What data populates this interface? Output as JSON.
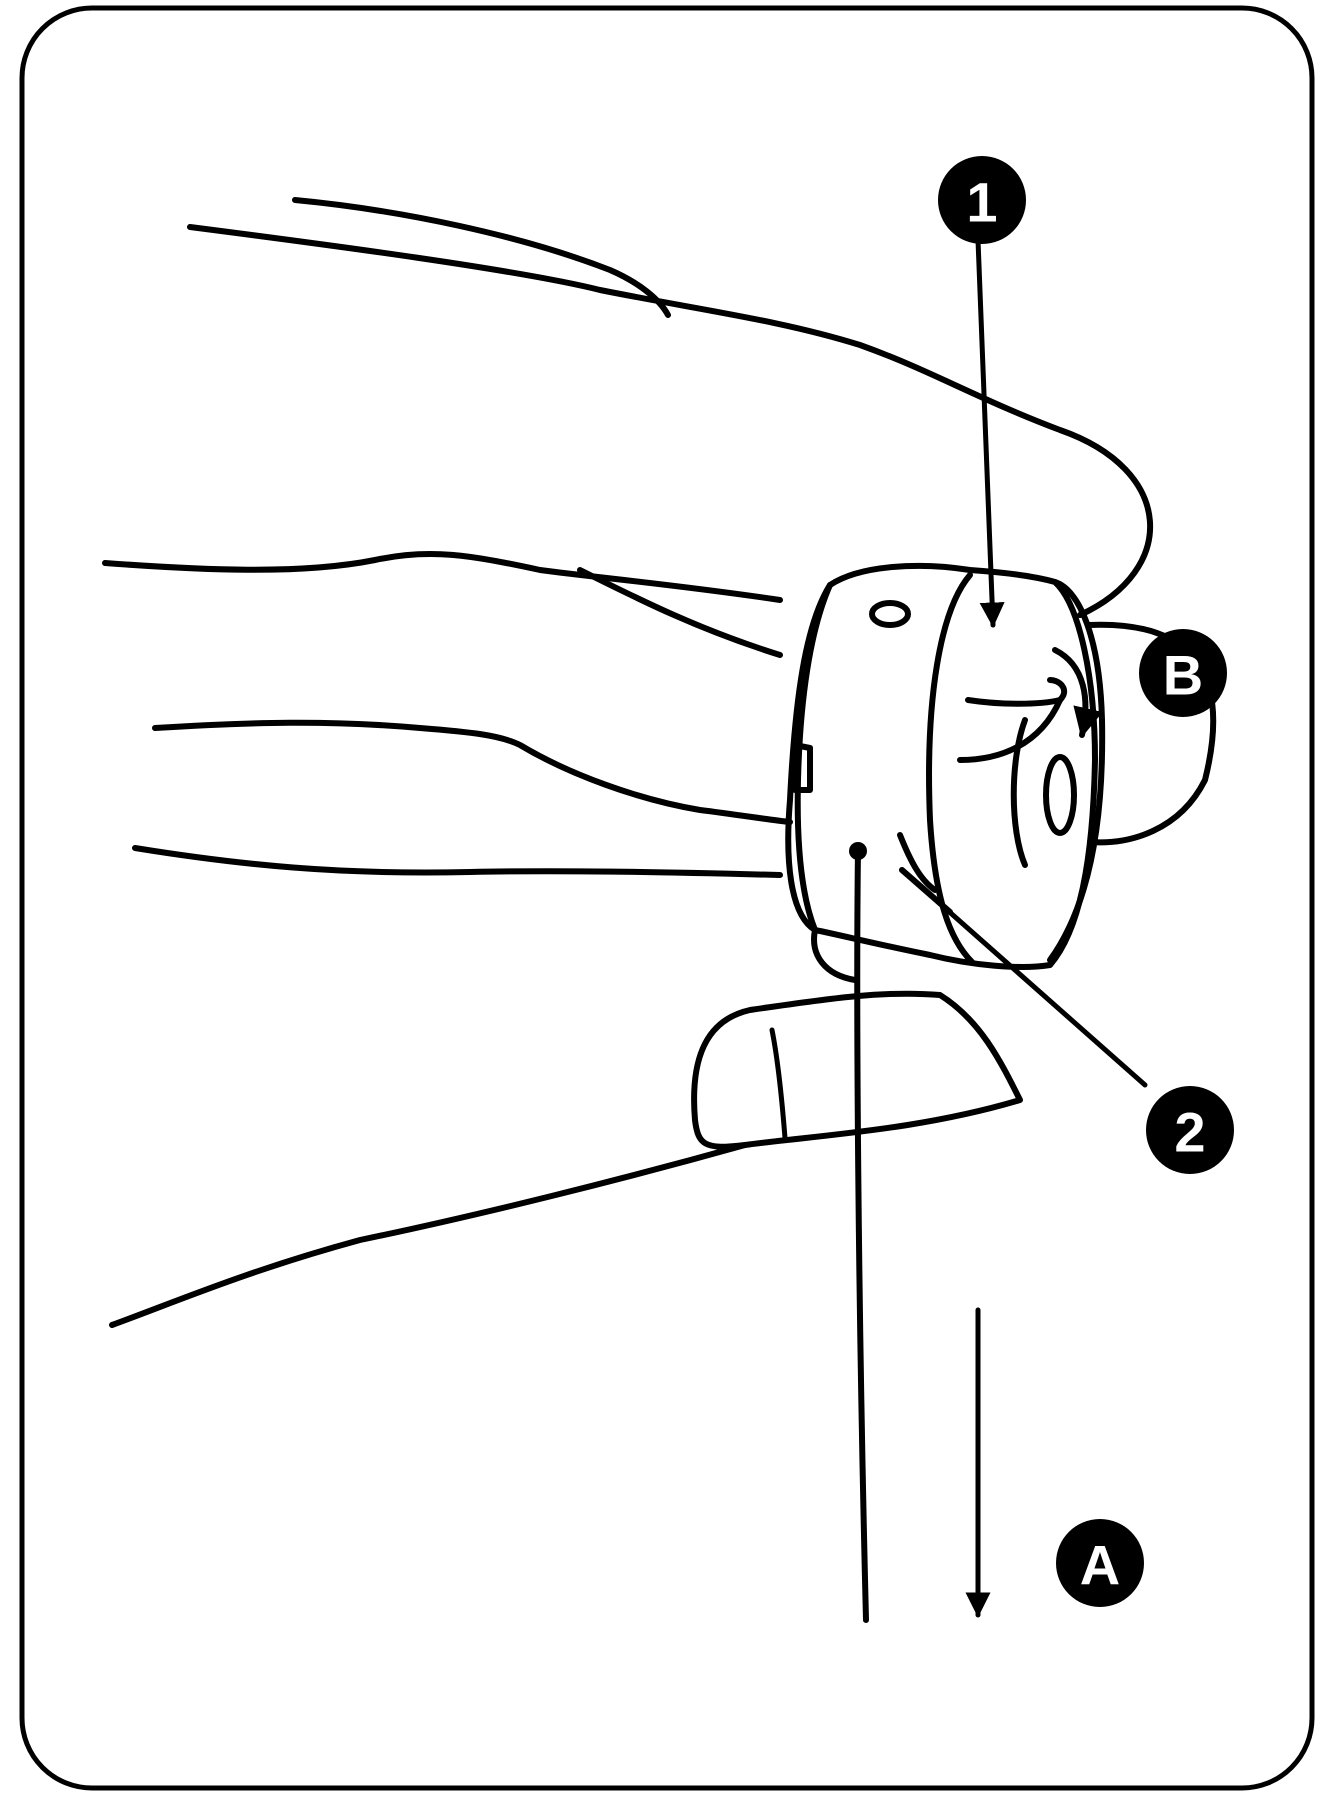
{
  "callouts": {
    "part_1": "1",
    "part_2": "2",
    "direction_a": "A",
    "direction_b": "B"
  },
  "colors": {
    "ink": "#000000",
    "background": "#ffffff"
  }
}
